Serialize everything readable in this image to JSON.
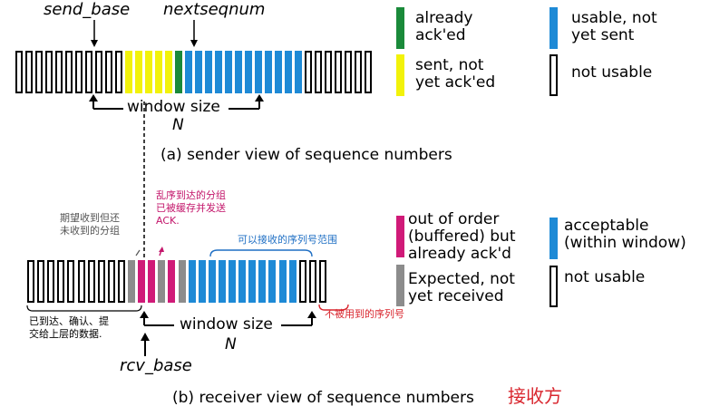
{
  "colors": {
    "acked": "#1a8a3a",
    "sent": "#f2f20a",
    "usable": "#1e8ad6",
    "expected": "#8c8c8c",
    "out_of_order": "#d01a78",
    "not_usable": "#ffffff"
  },
  "sender": {
    "send_base_label": "send_base",
    "nextseqnum_label": "nextseqnum",
    "window_label": "window size",
    "n_label": "N",
    "caption": "(a) sender view of sequence numbers",
    "slots": [
      "n",
      "n",
      "n",
      "n",
      "n",
      "n",
      "n",
      "n",
      "n",
      "n",
      "n",
      "y",
      "y",
      "y",
      "y",
      "y",
      "g",
      "b",
      "b",
      "b",
      "b",
      "b",
      "b",
      "b",
      "b",
      "b",
      "b",
      "b",
      "b",
      "n",
      "n",
      "n",
      "n",
      "n",
      "n",
      "n"
    ]
  },
  "sender_legend": {
    "acked": "already\nack'ed",
    "sent": "sent, not\nyet ack'ed",
    "usable": "usable, not\nyet sent",
    "not_usable": "not usable"
  },
  "receiver": {
    "rcv_base_label": "rcv_base",
    "window_label": "window size",
    "n_label": "N",
    "caption": "(b) receiver view of sequence numbers",
    "caption_note": "接收方",
    "slots": [
      "n",
      "n",
      "n",
      "n",
      "n",
      "n",
      "n",
      "n",
      "n",
      "n",
      "g",
      "m",
      "m",
      "g",
      "m",
      "g",
      "b",
      "b",
      "b",
      "b",
      "b",
      "b",
      "b",
      "b",
      "b",
      "b",
      "b",
      "n",
      "n",
      "n"
    ]
  },
  "receiver_legend": {
    "out_of_order": "out of order\n(buffered) but\nalready ack'd",
    "expected": "Expected, not\nyet received",
    "acceptable": "acceptable\n(within window)",
    "not_usable": "not usable"
  },
  "annotations": {
    "expected_not_received": "期望收到但还\n未收到的分组",
    "out_of_order_acked": "乱序到达的分组\n已被缓存并发送\nACK.",
    "acceptable_range": "可以接收的序列号范围",
    "acked_delivered": "已到达、确认、提\n交给上层的数据.",
    "unusable_seq": "不被用到的序列号"
  }
}
